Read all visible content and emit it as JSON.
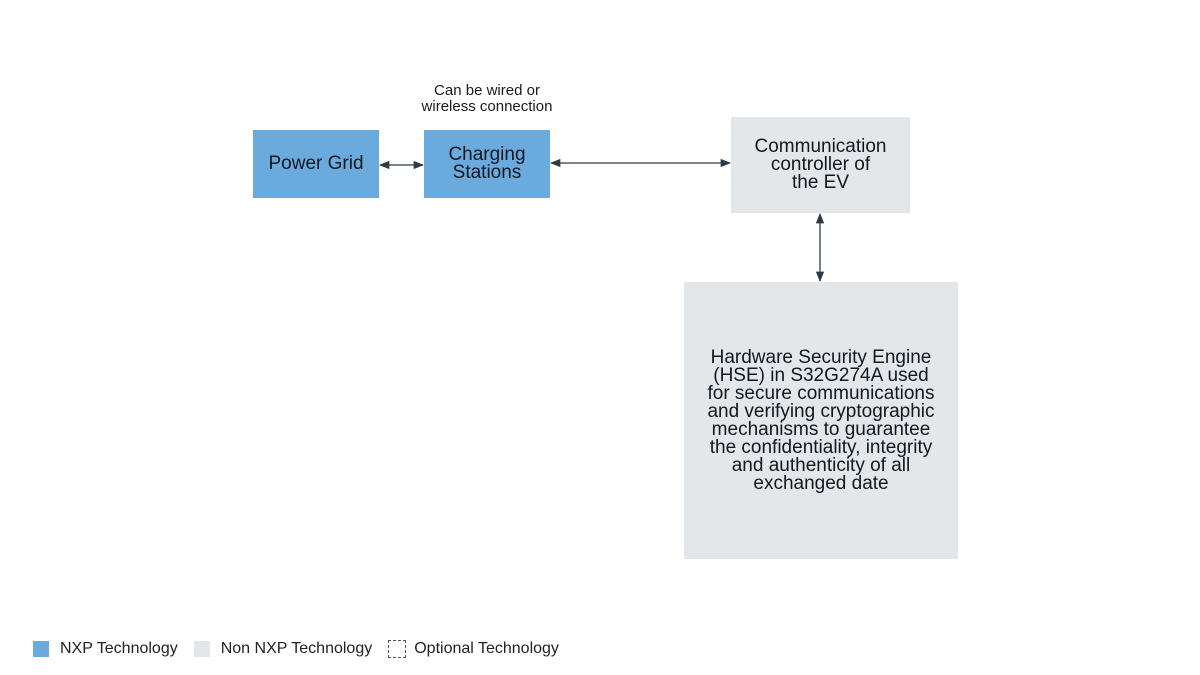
{
  "connection_note": "Can be wired or\nwireless connection",
  "nodes": {
    "power_grid": "Power Grid",
    "charging_stations": "Charging\nStations",
    "comm_controller": "Communication\ncontroller of\nthe EV",
    "hse": "Hardware Security Engine\n(HSE) in S32G274A used\nfor secure communications\nand verifying cryptographic\nmechanisms to guarantee\nthe confidentiality, integrity\nand authenticity of all\nexchanged date"
  },
  "legend": {
    "nxp": "NXP Technology",
    "non_nxp": "Non NXP Technology",
    "optional": "Optional Technology"
  },
  "colors": {
    "nxp": "#6aaadd",
    "non_nxp": "#e3e7ea",
    "arrow": "#2e3b45"
  }
}
